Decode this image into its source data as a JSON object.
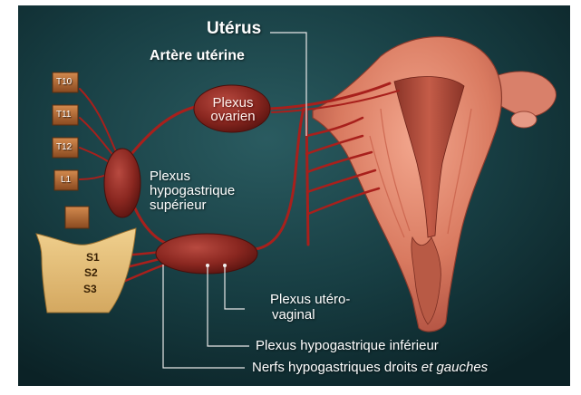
{
  "labels": {
    "uterus": "Utérus",
    "uterine_artery": "Artère utérine",
    "ovarian_plexus_line1": "Plexus",
    "ovarian_plexus_line2": "ovarien",
    "superior_hypogastric_line1": "Plexus",
    "superior_hypogastric_line2": "hypogastrique",
    "superior_hypogastric_line3": "supérieur",
    "uterovaginal_line1": "Plexus utéro-",
    "uterovaginal_line2": "vaginal",
    "inferior_hypogastric": "Plexus hypogastrique inférieur",
    "hypogastric_nerves_plain": "Nerfs hypogastriques droits ",
    "hypogastric_nerves_et": "et",
    "hypogastric_nerves_end": " gauches"
  },
  "vertebrae": [
    "T10",
    "T11",
    "T12",
    "L1"
  ],
  "sacral": [
    "S1",
    "S2",
    "S3"
  ],
  "colors": {
    "background": "#163a3f",
    "frame": "#ffffff",
    "nerve": "#a8201c",
    "plexus": "#8e2a24",
    "vertebra": "#b56a35",
    "sacrum": "#e6c079",
    "uterus": "#d97a60",
    "leader": "#e8e8e8"
  }
}
